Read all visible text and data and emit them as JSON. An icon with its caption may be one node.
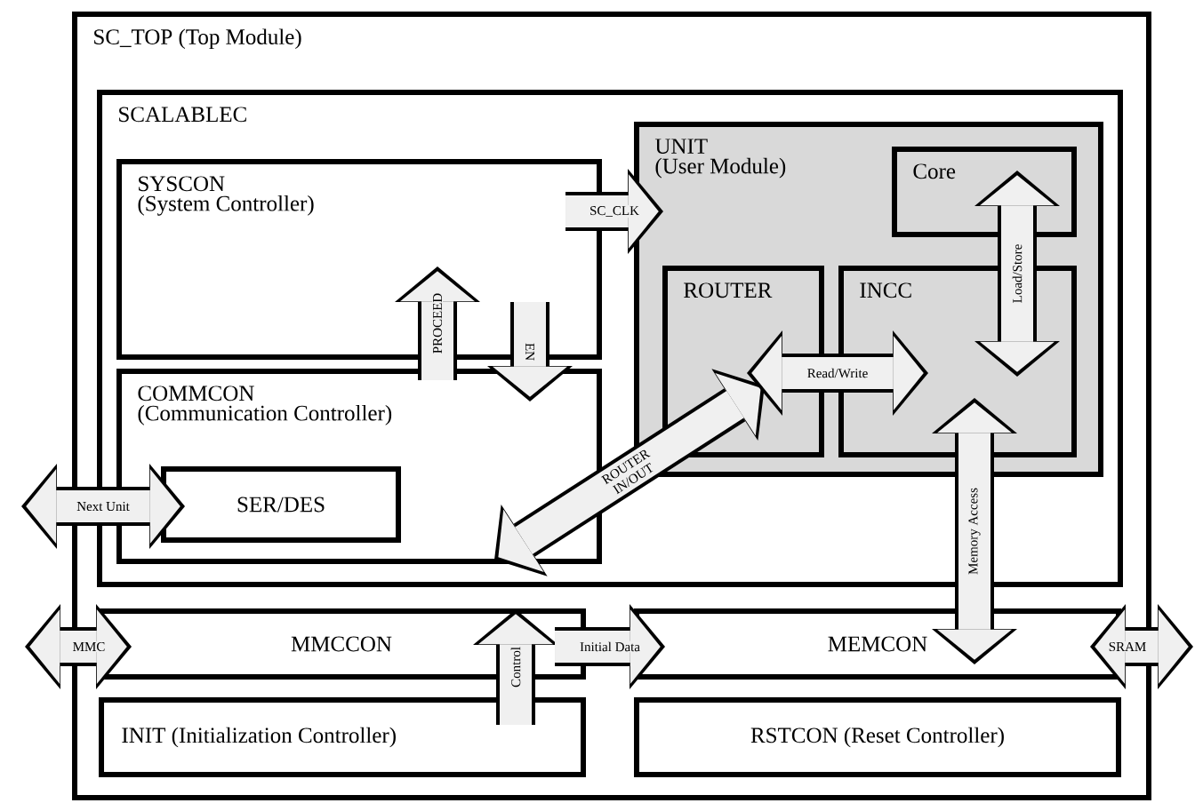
{
  "diagram": {
    "nodes": [
      {
        "text": [
          "SC_TOP (Top Module)"
        ]
      },
      {
        "text": [
          "SCALABLEC"
        ],
        "in": 0
      },
      {
        "text": [
          "SYSCON",
          "(System Controller)"
        ],
        "in": 1
      },
      {
        "text": [
          "COMMCON",
          "(Communication Controller)"
        ],
        "in": 1
      },
      {
        "text": [
          "SER/DES"
        ],
        "in": 3
      },
      {
        "text": [
          "UNIT",
          "(User Module)"
        ],
        "in": 1
      },
      {
        "text": [
          "Core"
        ],
        "in": 5
      },
      {
        "text": [
          "ROUTER"
        ],
        "in": 5
      },
      {
        "text": [
          "INCC"
        ],
        "in": 5
      },
      {
        "text": [
          "MMCCON"
        ],
        "in": 0
      },
      {
        "text": [
          "MEMCON"
        ],
        "in": 0
      },
      {
        "text": [
          "INIT (Initialization Controller)"
        ],
        "in": 0
      },
      {
        "text": [
          "RSTCON (Reset Controller)"
        ],
        "in": 0
      }
    ],
    "edges": [
      {
        "from": 2,
        "to": 5,
        "arrow": "to",
        "label": "SC_CLK"
      },
      {
        "from": 3,
        "to": 2,
        "arrow": "to",
        "label": "PROCEED"
      },
      {
        "from": 2,
        "to": 3,
        "arrow": "to",
        "label": "EN"
      },
      {
        "from": 3,
        "to": 7,
        "arrow": "both",
        "label": "ROUTER IN/OUT"
      },
      {
        "from": 7,
        "to": 8,
        "arrow": "both",
        "label": "Read/Write"
      },
      {
        "from": 6,
        "to": 8,
        "arrow": "both",
        "label": "Load/Store"
      },
      {
        "from": 8,
        "to": 10,
        "arrow": "both",
        "label": "Memory Access"
      },
      {
        "from": null,
        "to": 4,
        "arrow": "both",
        "label": "Next Unit"
      },
      {
        "from": null,
        "to": 9,
        "arrow": "both",
        "label": "MMC"
      },
      {
        "from": 11,
        "to": 9,
        "arrow": "to",
        "label": "Control"
      },
      {
        "from": 9,
        "to": 10,
        "arrow": "to",
        "label": "Initial Data"
      },
      {
        "from": 10,
        "to": null,
        "arrow": "both",
        "label": "SRAM"
      }
    ]
  }
}
